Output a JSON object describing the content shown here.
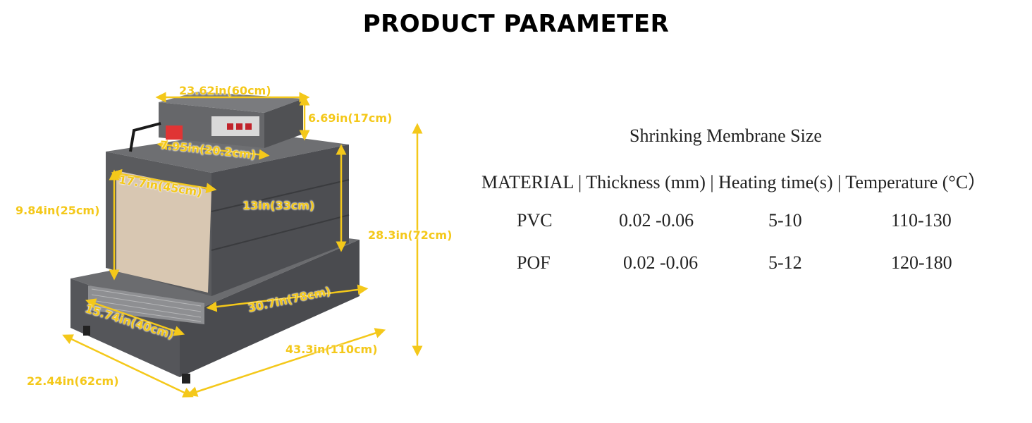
{
  "header": {
    "title": "PRODUCT PARAMETER"
  },
  "dimensions": {
    "top_width": "23.62in(60cm)",
    "top_height": "6.69in(17cm)",
    "top_depth": "7.95in(20.2cm)",
    "tunnel_width": "17.7in(45cm)",
    "tunnel_height": "9.84in(25cm)",
    "body_height": "13in(33cm)",
    "total_height": "28.3in(72cm)",
    "conveyor_length": "30.7in(78cm)",
    "conveyor_width": "15.74in(40cm)",
    "total_length": "43.3in(110cm)",
    "total_width": "22.44in(62cm)"
  },
  "specs": {
    "title": "Shrinking Membrane Size",
    "header": "MATERIAL | Thickness (mm) | Heating time(s) | Temperature (°C）",
    "rows": [
      {
        "material": "PVC",
        "thickness": "0.02 -0.06",
        "heating": "5-10",
        "temperature": "110-130"
      },
      {
        "material": "POF",
        "thickness": "0.02 -0.06",
        "heating": "5-12",
        "temperature": "120-180"
      }
    ]
  },
  "colors": {
    "dimension": "#f4c81a",
    "machine": "#5a5b5e",
    "machine_light": "#6b6c6f",
    "machine_dark": "#3e3f42"
  }
}
